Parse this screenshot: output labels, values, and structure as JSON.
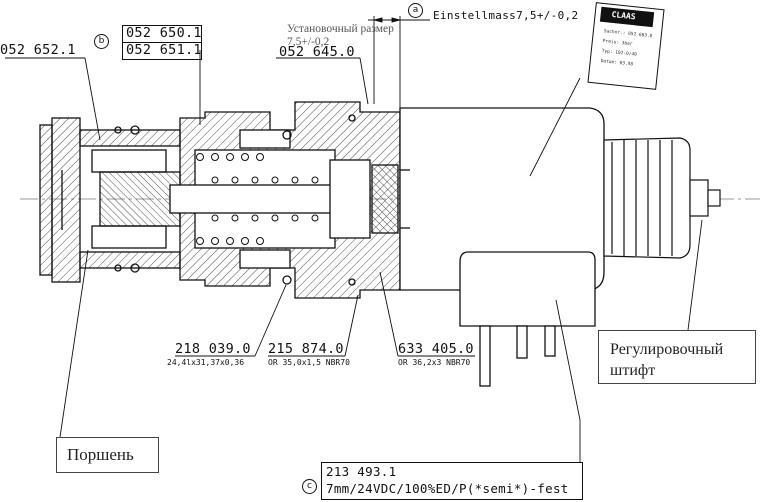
{
  "callouts": {
    "porshen": "Поршень",
    "pin_line1": "Регулировочный",
    "pin_line2": "штифт",
    "ustanov_line1": "Установочный размер",
    "ustanov_line2": "7,5+/-0,2"
  },
  "markers": {
    "a": "a",
    "b": "b",
    "c": "c"
  },
  "dimension": {
    "einstellmass": "Einstellmass7,5+/-0,2"
  },
  "part_numbers": {
    "p052652": "052 652.1",
    "p052650": "052 650.1",
    "p052651": "052 651.1",
    "p052645": "052 645.0",
    "p218039": "218 039.0",
    "p218039_sub": "24,4lx31,37x0,36",
    "p215874": "215 874.0",
    "p215874_sub": "OR 35,0x1,5 NBR70",
    "p633405": "633 405.0",
    "p633405_sub": "OR 36,2x3 NBR70",
    "p213493": "213 493.1",
    "p213493_sub": "7mm/24VDC/100%ED/P(*semi*)-fest"
  },
  "nameplate": {
    "brand": "CLAAS",
    "line1": "Sachnr.: 052 663.0",
    "line2": "Preis: 3bar",
    "line3": "Typ: 102-0/40",
    "line4": "Datum: 03.98"
  }
}
